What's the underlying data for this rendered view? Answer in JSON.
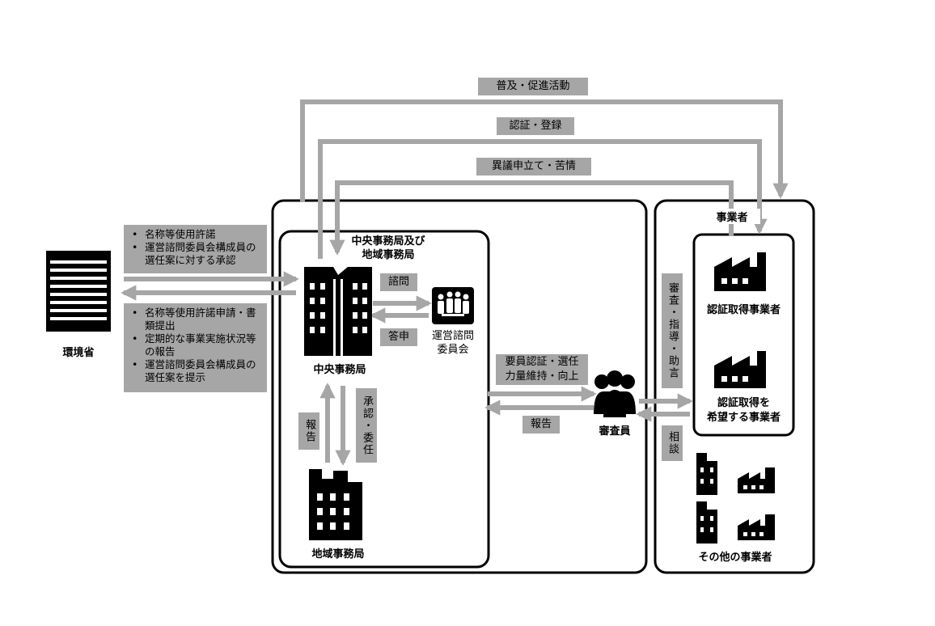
{
  "entities": {
    "ministry": "環境省",
    "central_offices": "中央事務局及び\n地域事務局",
    "central_office": "中央事務局",
    "regional_office": "地域事務局",
    "committee": "運営諮問\n委員会",
    "auditor": "審査員",
    "businesses": "事業者",
    "certified": "認証取得事業者",
    "applicants": "認証取得を\n希望する事業者",
    "other_businesses": "その他の事業者"
  },
  "flows": {
    "promotion": "普及・促進活動",
    "certification": "認証・登録",
    "objection": "異議申立て・苦情",
    "inquiry": "諮問",
    "response": "答申",
    "report_up": "報告",
    "approval": "承認・委任",
    "auditor_training": "要員認証・選任\n力量維持・向上",
    "auditor_report": "報告",
    "review": "審査・指導・助言",
    "consult": "相談"
  },
  "ministry_to_office": [
    "名称等使用許諾",
    "運営諮問委員会構成員の選任案に対する承認"
  ],
  "office_to_ministry": [
    "名称等使用許諾申請・書類提出",
    "定期的な事業実施状況等の報告",
    "運営諮問委員会構成員の選任案を提示"
  ],
  "colors": {
    "arrow": "#a6a6a6",
    "label_bg": "#a6a6a6",
    "icon": "#000000"
  }
}
